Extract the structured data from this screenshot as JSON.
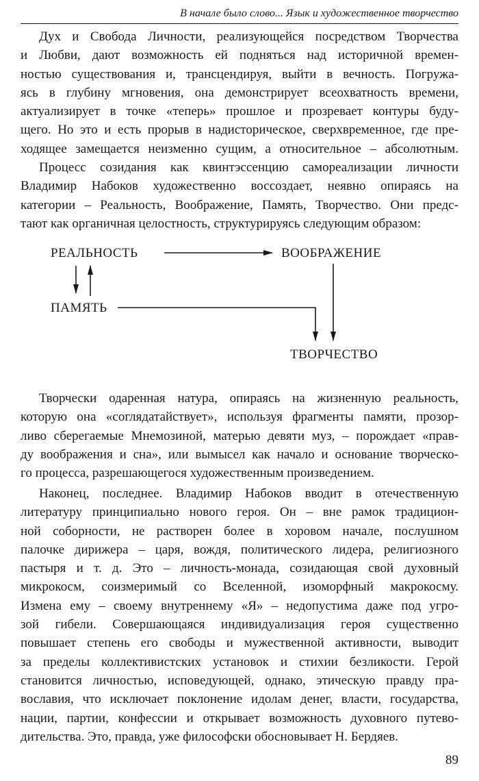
{
  "header": {
    "running_title": "В начале было слово... Язык и художественное творчество"
  },
  "paragraphs": [
    {
      "lines": [
        "Дух и Свобода Личности, реализующейся посредством Творчества",
        "и Любви, дают возможность ей подняться над историчной времен-",
        "ностью существования и, трансцендируя, выйти в вечность. Погружа-",
        "ясь в глубину мгновения, она демонстрирует всеохватность времени,",
        "актуализирует в точке «теперь» прошлое и прозревает контуры буду-",
        "щего. Но это и есть прорыв в надисторическое, сверхвременное, где пре-",
        "ходящее замещается неизменно сущим, а относительное – абсолютным."
      ]
    },
    {
      "lines": [
        "Процесс созидания как квинтэссенцию самореализации личности",
        "Владимир Набоков художественно воссоздает, неявно опираясь на",
        "категории – Реальность, Воображение, Память, Творчество. Они предс-",
        "тают как органичная целостность, структурируясь следующим образом:"
      ]
    },
    {
      "lines": [
        "Творчески одаренная натура, опираясь на жизненную реальность,",
        "которую она «соглядатайствует», используя фрагменты памяти, прозор-",
        "ливо сберегаемые Мнемозиной, матерью девяти муз, – порождает «прав-",
        "ду воображения и сна», или вымысел как начало и основание творческо-",
        "го процесса, разрешающегося художественным произведением."
      ]
    },
    {
      "lines": [
        "Наконец, последнее. Владимир Набоков вводит в отечественную",
        "литературу принципиально нового героя. Он – вне рамок традицион-",
        "ной соборности, не растворен более в хоровом начале, послушном",
        "палочке дирижера – царя, вождя, политического лидера, религиозного",
        "пастыря и т. д. Это – личность-монада, созидающая свой духовный",
        "микрокосм, соизмеримый со Вселенной, изоморфный макрокосму.",
        "Измена ему – своему внутреннему «Я» – недопустима даже под угро-",
        "зой гибели. Совершающаяся индивидуализация героя существенно",
        "повышает степень его свободы и мужественной активности, выводит",
        "за пределы коллективистских установок и стихии безликости. Герой",
        "становится личностью, исповедующей, однако, этическую правду пра-",
        "вославия, что исключает поклонение идолам денег, власти, государства,",
        "нации, партии, конфессии и открывает возможность духовного путево-",
        "дительства. Это, правда, уже философски обосновывает Н. Бердяев."
      ]
    }
  ],
  "diagram": {
    "nodes": {
      "reality": "РЕАЛЬНОСТЬ",
      "imagination": "ВООБРАЖЕНИЕ",
      "memory": "ПАМЯТЬ",
      "creativity": "ТВОРЧЕСТВО"
    }
  },
  "footer": {
    "page_number": "89"
  }
}
